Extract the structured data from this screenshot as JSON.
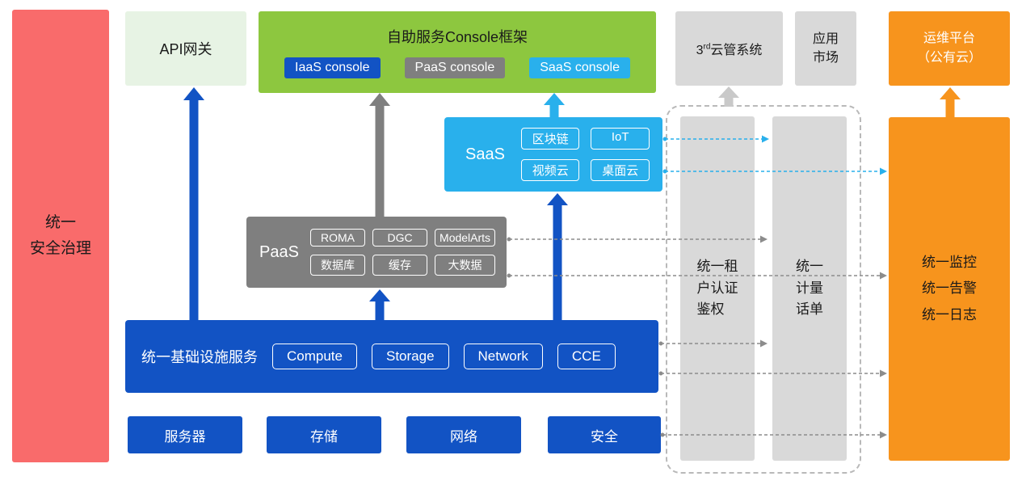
{
  "palette": {
    "red": "#f96b6b",
    "light_green": "#e7f3e4",
    "green": "#8dc73f",
    "blue": "#1253c4",
    "gray": "#7f7f7f",
    "light_gray": "#d9d9d9",
    "cyan": "#29b0ec",
    "orange": "#f7941d"
  },
  "security_bar": {
    "label": "统一\n安全治理"
  },
  "api_gateway": {
    "label": "API网关"
  },
  "console_frame": {
    "title": "自助服务Console框架",
    "iaas_console": "IaaS console",
    "paas_console": "PaaS console",
    "saas_console": "SaaS console"
  },
  "third_party_cloud": {
    "prefix": "3",
    "superscript": "rd",
    "suffix": "云管系统"
  },
  "app_market": {
    "label": "应用\n市场"
  },
  "ops_platform": {
    "label": "运维平台\n（公有云）"
  },
  "saas_block": {
    "label": "SaaS",
    "items": [
      "区块链",
      "IoT",
      "视频云",
      "桌面云"
    ]
  },
  "paas_block": {
    "label": "PaaS",
    "items": [
      "ROMA",
      "DGC",
      "ModelArts",
      "数据库",
      "缓存",
      "大数据"
    ]
  },
  "iaas_block": {
    "label": "统一基础设施服务",
    "items": [
      "Compute",
      "Storage",
      "Network",
      "CCE"
    ]
  },
  "hardware_row": {
    "items": [
      "服务器",
      "存储",
      "网络",
      "安全"
    ]
  },
  "auth_bar": {
    "label": "统一租\n户认证\n鉴权"
  },
  "metering_bar": {
    "label": "统一\n计量\n话单"
  },
  "ops_bar": {
    "label": "统一监控\n统一告警\n统一日志"
  }
}
